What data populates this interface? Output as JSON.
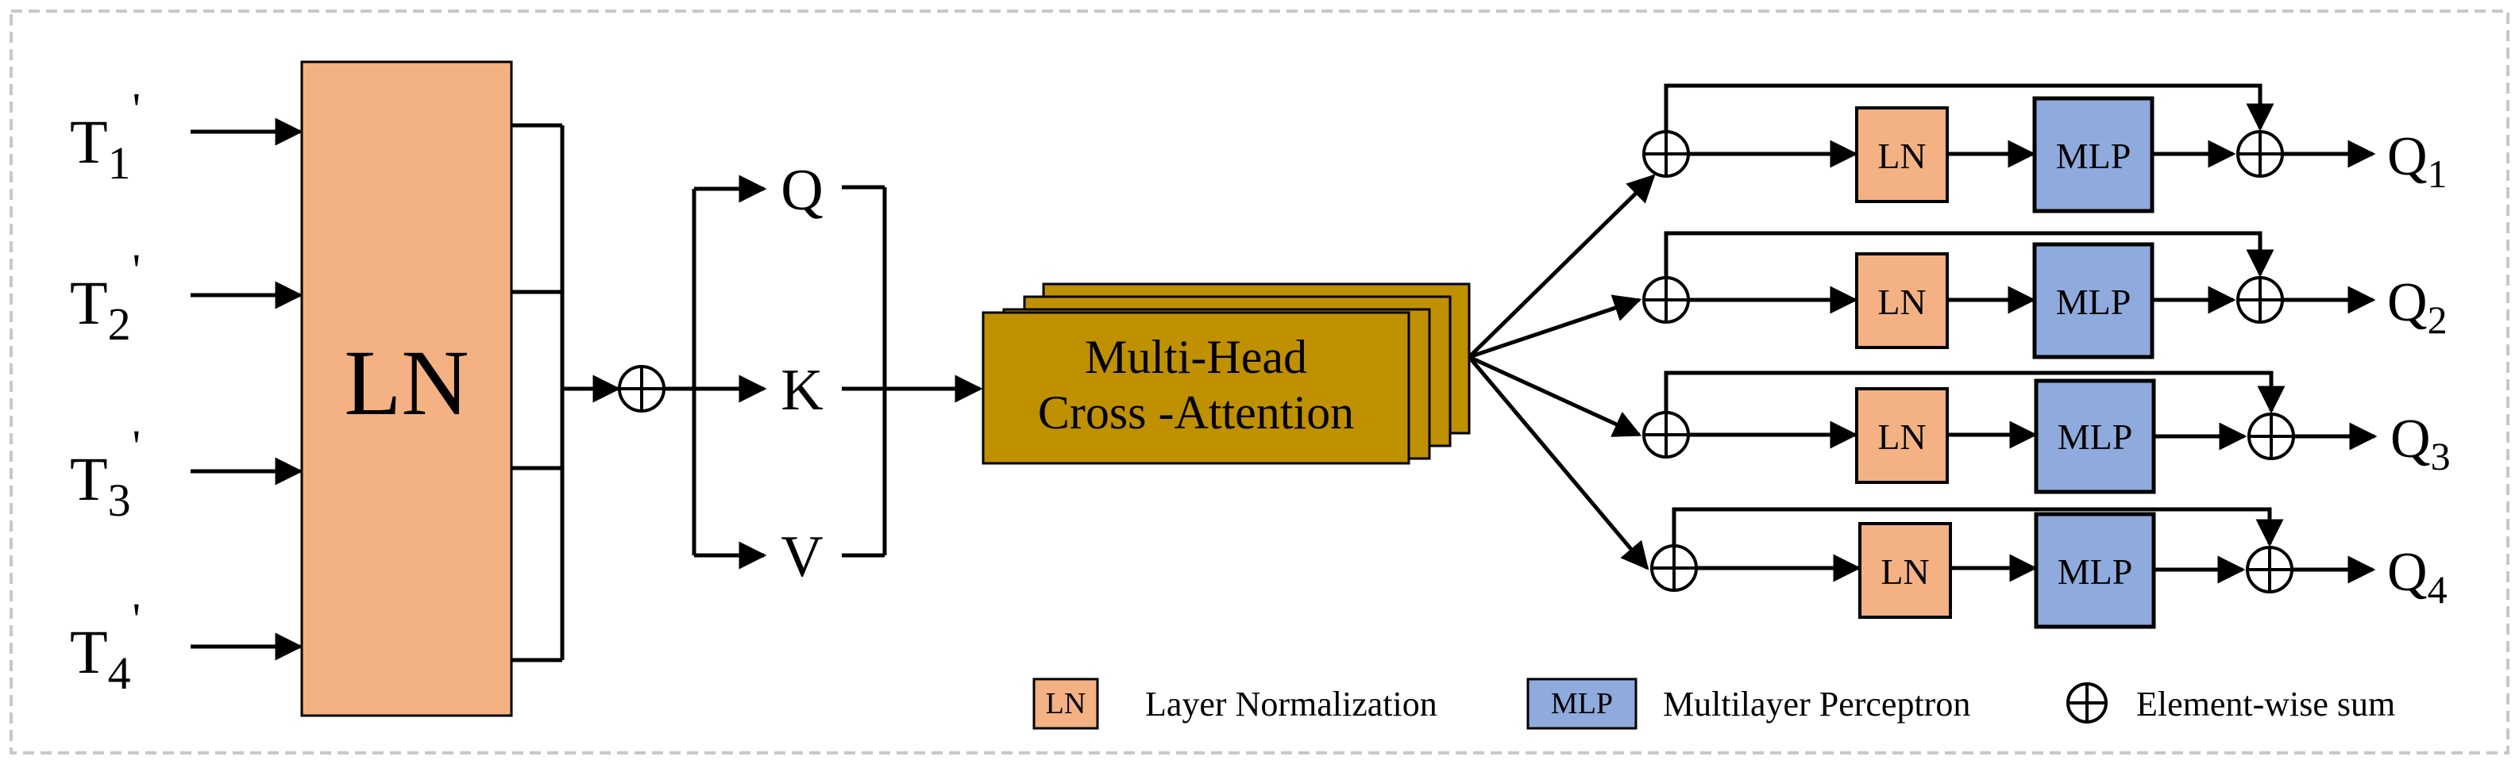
{
  "colors": {
    "ln": "#f4b183",
    "mlp": "#8faadc",
    "attention": "#bf9000",
    "border": "#c8c8c8"
  },
  "inputs": [
    {
      "base": "T",
      "sub": "1",
      "prime": "'"
    },
    {
      "base": "T",
      "sub": "2",
      "prime": "'"
    },
    {
      "base": "T",
      "sub": "3",
      "prime": "'"
    },
    {
      "base": "T",
      "sub": "4",
      "prime": "'"
    }
  ],
  "big_ln_label": "LN",
  "qkv": [
    "Q",
    "K",
    "V"
  ],
  "attention": {
    "line1": "Multi-Head",
    "line2": "Cross -Attention"
  },
  "branches": [
    {
      "ln": "LN",
      "mlp": "MLP",
      "out_base": "Q",
      "out_sub": "1"
    },
    {
      "ln": "LN",
      "mlp": "MLP",
      "out_base": "Q",
      "out_sub": "2"
    },
    {
      "ln": "LN",
      "mlp": "MLP",
      "out_base": "Q",
      "out_sub": "3"
    },
    {
      "ln": "LN",
      "mlp": "MLP",
      "out_base": "Q",
      "out_sub": "4"
    }
  ],
  "legend": {
    "ln_box": "LN",
    "ln_text": "Layer Normalization",
    "mlp_box": "MLP",
    "mlp_text": "Multilayer Perceptron",
    "sum_text": "Element-wise sum"
  }
}
